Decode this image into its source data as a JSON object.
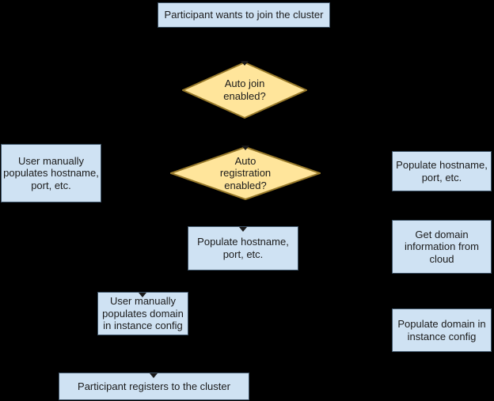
{
  "palette": {
    "canvas_bg": "#000000",
    "process_fill": "#cfe2f3",
    "process_border": "#3e5468",
    "decision_fill": "#ffe59b",
    "decision_border": "#97792a",
    "text_color": "#1b1b1b"
  },
  "diagram": {
    "type": "flowchart",
    "nodes": {
      "start": {
        "type": "process",
        "label": "Participant wants to join the cluster"
      },
      "auto_join": {
        "type": "decision",
        "label": "Auto join\nenabled?"
      },
      "auto_registration": {
        "type": "decision",
        "label": "Auto\nregistration\nenabled?"
      },
      "manual_hostname": {
        "type": "process",
        "label": "User manually\npopulates hostname,\nport, etc."
      },
      "populate_hostname_right": {
        "type": "process",
        "label": "Populate hostname,\nport, etc."
      },
      "populate_hostname_mid": {
        "type": "process",
        "label": "Populate hostname,\nport, etc."
      },
      "get_domain": {
        "type": "process",
        "label": "Get domain\ninformation from\ncloud"
      },
      "manual_domain": {
        "type": "process",
        "label": "User manually\npopulates domain\nin instance config"
      },
      "populate_domain": {
        "type": "process",
        "label": "Populate domain in\ninstance config"
      },
      "register": {
        "type": "process",
        "label": "Participant registers to the cluster"
      }
    }
  }
}
